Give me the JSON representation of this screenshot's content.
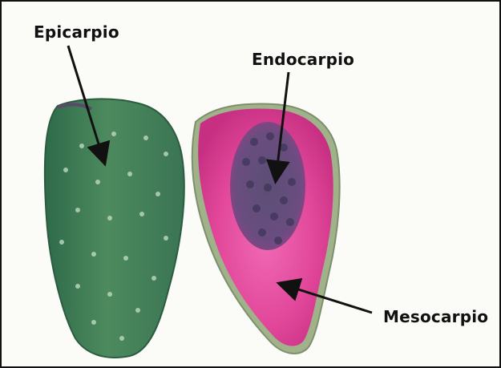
{
  "labels": {
    "epicarp": "Epicarpio",
    "endocarp": "Endocarpio",
    "mesocarp": "Mesocarpio"
  },
  "colors": {
    "border": "#111111",
    "background": "#fbfbf7",
    "peel_green": "#3f7a52",
    "pulp_magenta": "#d8368a",
    "seed_purple": "#4c3f63",
    "label_text": "#111111"
  }
}
